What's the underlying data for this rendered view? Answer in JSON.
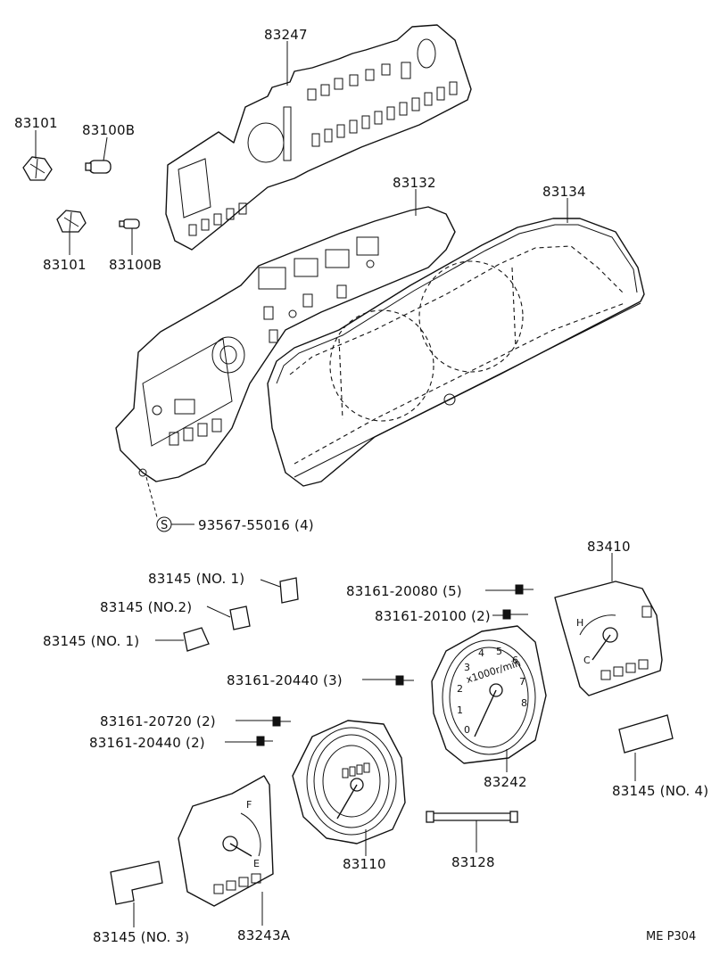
{
  "labels": {
    "p83247": "83247",
    "p83101a": "83101",
    "p83100b_a": "83100B",
    "p83101b": "83101",
    "p83100b_b": "83100B",
    "p83132": "83132",
    "p83134": "83134",
    "p93567": "93567-55016 (4)",
    "p83145_no1_a": "83145 (NO. 1)",
    "p83145_no2": "83145 (NO.2)",
    "p83145_no1_b": "83145 (NO. 1)",
    "p83161_20080": "83161-20080 (5)",
    "p83161_20100": "83161-20100 (2)",
    "p83410": "83410",
    "p83161_20440_3": "83161-20440 (3)",
    "p83161_20720": "83161-20720 (2)",
    "p83161_20440_2": "83161-20440 (2)",
    "p83242": "83242",
    "p83145_no4": "83145 (NO. 4)",
    "p83110": "83110",
    "p83128": "83128",
    "p83145_no3": "83145 (NO. 3)",
    "p83243a": "83243A",
    "screw_symbol": "S",
    "tacho_unit": "x1000r/min",
    "fuel_f": "F",
    "fuel_e": "E",
    "temp_h": "H",
    "temp_c": "C"
  },
  "tacho_numbers": [
    "0",
    "1",
    "2",
    "3",
    "4",
    "5",
    "6",
    "7",
    "8"
  ],
  "page_ref": "ME P304"
}
